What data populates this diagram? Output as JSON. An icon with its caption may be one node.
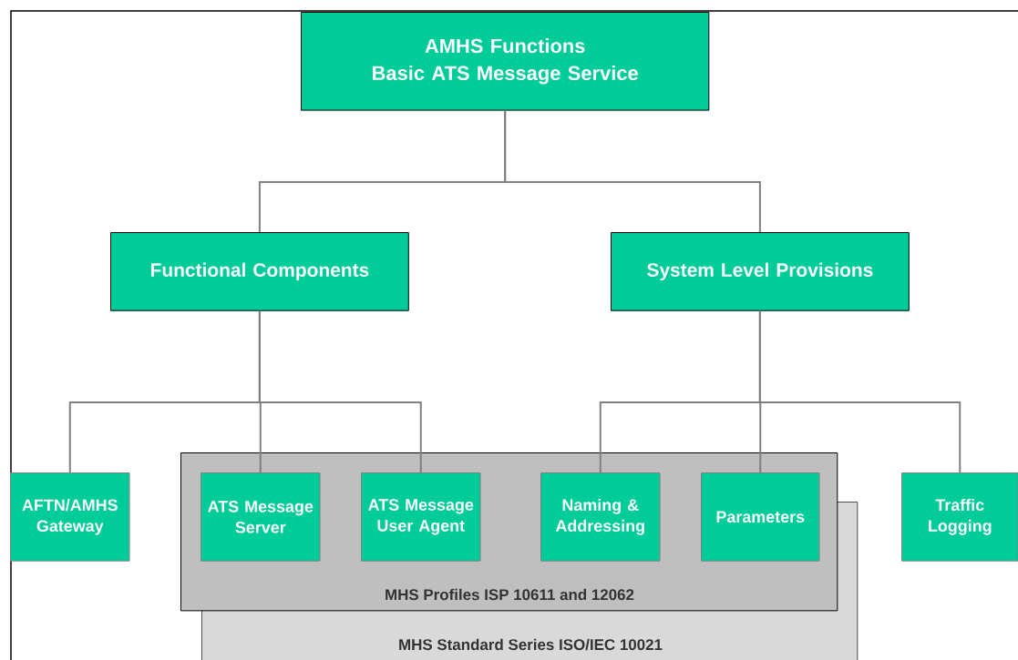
{
  "diagram": {
    "nodes": [
      {
        "text": [
          "AMHS Functions",
          "Basic ATS Message Service"
        ]
      },
      {
        "text": [
          "Functional Components"
        ]
      },
      {
        "text": [
          "System Level Provisions"
        ]
      },
      {
        "text": [
          "AFTN/AMHS Gateway"
        ]
      },
      {
        "text": [
          "MHS Profiles ISP 10611 and 12062"
        ]
      },
      {
        "text": [
          "ATS Message Server"
        ],
        "in": 4
      },
      {
        "text": [
          "ATS Message User Agent"
        ],
        "in": 4
      },
      {
        "text": [
          "Naming & Addressing"
        ],
        "in": 4
      },
      {
        "text": [
          "Parameters"
        ],
        "in": 4
      },
      {
        "text": [
          "Traffic Logging"
        ]
      },
      {
        "text": [
          "MHS Standard Series ISO/IEC 10021"
        ]
      }
    ],
    "edges": [
      {
        "from": 0,
        "to": 1,
        "arrow": "none"
      },
      {
        "from": 0,
        "to": 2,
        "arrow": "none"
      },
      {
        "from": 1,
        "to": 3,
        "arrow": "none"
      },
      {
        "from": 1,
        "to": 5,
        "arrow": "none"
      },
      {
        "from": 1,
        "to": 6,
        "arrow": "none"
      },
      {
        "from": 2,
        "to": 7,
        "arrow": "none"
      },
      {
        "from": 2,
        "to": 8,
        "arrow": "none"
      },
      {
        "from": 2,
        "to": 9,
        "arrow": "none"
      }
    ]
  }
}
